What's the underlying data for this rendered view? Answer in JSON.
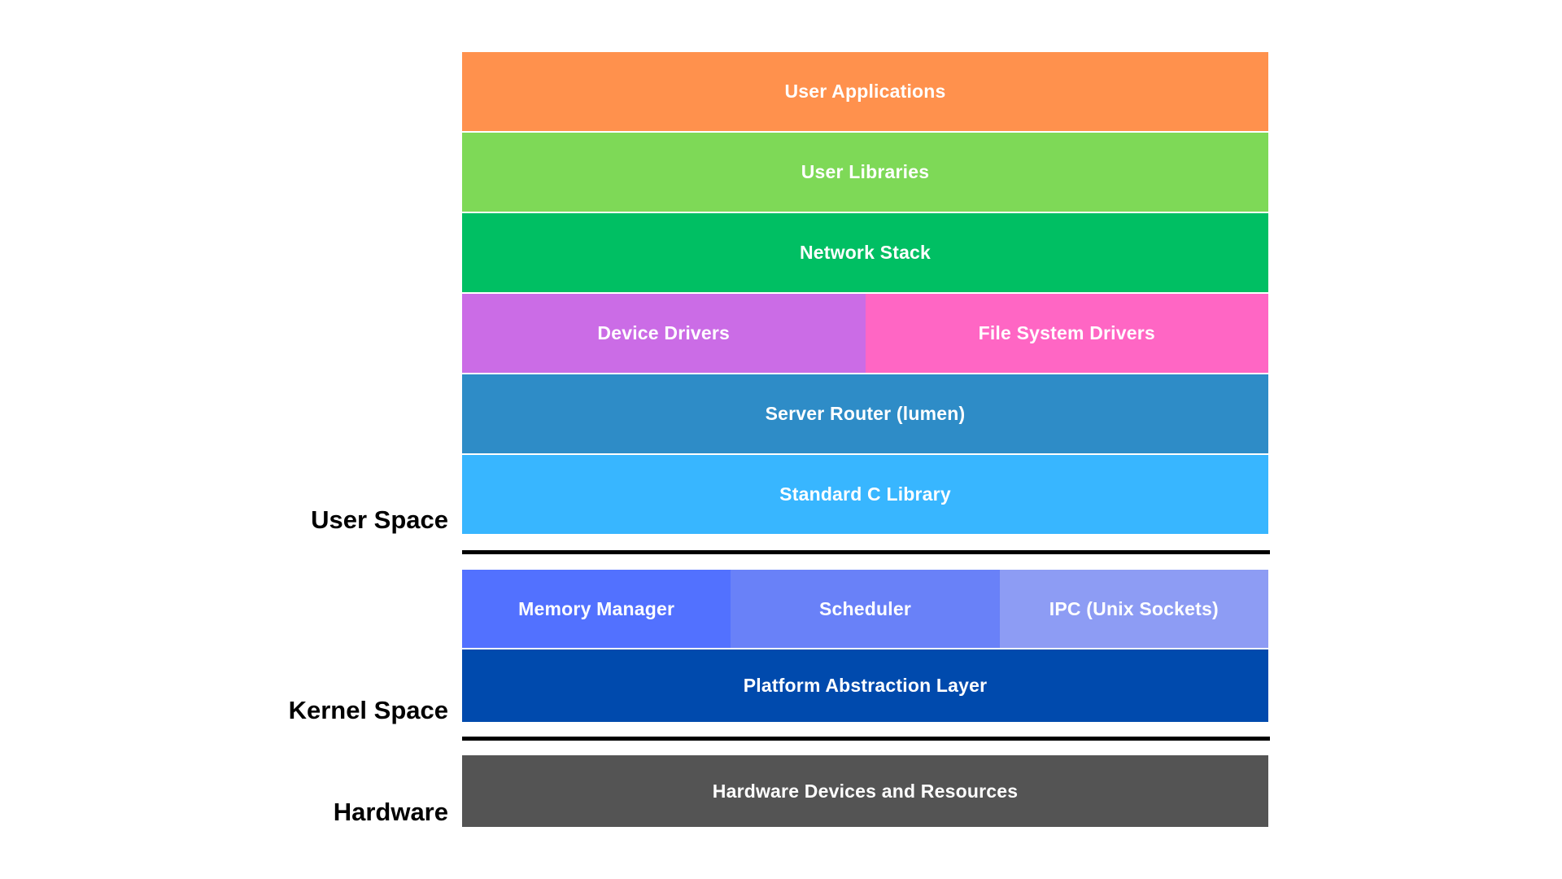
{
  "canvas": {
    "background": "#FFFFFF",
    "divider_color": "#000000",
    "cell_text_color": "#FFFFFF",
    "side_label_color": "#000000"
  },
  "diagram": {
    "groups": [
      {
        "label": "User Space",
        "rows": [
          {
            "cells": [
              {
                "label": "User Applications",
                "color": "#FF914D"
              }
            ]
          },
          {
            "cells": [
              {
                "label": "User Libraries",
                "color": "#7ED957"
              }
            ]
          },
          {
            "cells": [
              {
                "label": "Network Stack",
                "color": "#00BF63"
              }
            ]
          },
          {
            "cells": [
              {
                "label": "Device Drivers",
                "color": "#CB6CE6"
              },
              {
                "label": "File System Drivers",
                "color": "#FF66C4"
              }
            ]
          },
          {
            "cells": [
              {
                "label": "Server Router (lumen)",
                "color": "#2E8CC7"
              }
            ]
          },
          {
            "cells": [
              {
                "label": "Standard C Library",
                "color": "#38B6FF"
              }
            ]
          }
        ]
      },
      {
        "label": "Kernel Space",
        "rows": [
          {
            "cells": [
              {
                "label": "Memory Manager",
                "color": "#5271FF"
              },
              {
                "label": "Scheduler",
                "color": "#6981F8"
              },
              {
                "label": "IPC (Unix Sockets)",
                "color": "#8D9CF4"
              }
            ]
          },
          {
            "cells": [
              {
                "label": "Platform Abstraction Layer",
                "color": "#004AAD"
              }
            ]
          }
        ]
      },
      {
        "label": "Hardware",
        "rows": [
          {
            "cells": [
              {
                "label": "Hardware Devices and Resources",
                "color": "#545454"
              }
            ]
          }
        ]
      }
    ]
  }
}
